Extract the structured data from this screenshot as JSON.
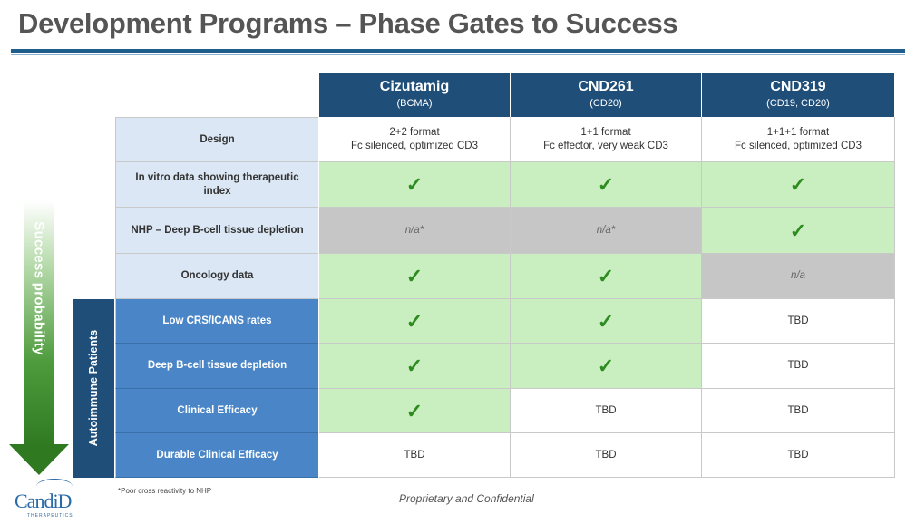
{
  "title": "Development Programs – Phase Gates to Success",
  "arrow_label": "Success probability",
  "band_label": "Autoimmune Patients",
  "columns": [
    {
      "name": "Cizutamig",
      "sub": "(BCMA)"
    },
    {
      "name": "CND261",
      "sub": "(CD20)"
    },
    {
      "name": "CND319",
      "sub": "(CD19, CD20)"
    }
  ],
  "rows": [
    {
      "label": "Design",
      "cells": [
        {
          "type": "text",
          "line1": "2+2 format",
          "line2": "Fc silenced, optimized CD3"
        },
        {
          "type": "text",
          "line1": "1+1 format",
          "line2": "Fc effector, very weak CD3"
        },
        {
          "type": "text",
          "line1": "1+1+1 format",
          "line2": "Fc silenced, optimized CD3"
        }
      ]
    },
    {
      "label": "In vitro data showing therapeutic index",
      "cells": [
        {
          "type": "check"
        },
        {
          "type": "check"
        },
        {
          "type": "check"
        }
      ]
    },
    {
      "label": "NHP – Deep B-cell tissue depletion",
      "cells": [
        {
          "type": "na",
          "text": "n/a*"
        },
        {
          "type": "na",
          "text": "n/a*"
        },
        {
          "type": "check"
        }
      ]
    },
    {
      "label": "Oncology data",
      "cells": [
        {
          "type": "check"
        },
        {
          "type": "check"
        },
        {
          "type": "na",
          "text": "n/a"
        }
      ]
    },
    {
      "label": "Low CRS/ICANS rates",
      "cells": [
        {
          "type": "check"
        },
        {
          "type": "check"
        },
        {
          "type": "tbd",
          "text": "TBD"
        }
      ]
    },
    {
      "label": "Deep B-cell tissue depletion",
      "cells": [
        {
          "type": "check"
        },
        {
          "type": "check"
        },
        {
          "type": "tbd",
          "text": "TBD"
        }
      ]
    },
    {
      "label": "Clinical Efficacy",
      "cells": [
        {
          "type": "check"
        },
        {
          "type": "tbd",
          "text": "TBD"
        },
        {
          "type": "tbd",
          "text": "TBD"
        }
      ]
    },
    {
      "label": "Durable Clinical Efficacy",
      "cells": [
        {
          "type": "tbd",
          "text": "TBD"
        },
        {
          "type": "tbd",
          "text": "TBD"
        },
        {
          "type": "tbd",
          "text": "TBD"
        }
      ]
    }
  ],
  "check_symbol": "✓",
  "footnote": "*Poor cross reactivity to NHP",
  "confidential": "Proprietary and Confidential",
  "logo": {
    "text": "CandiD",
    "sub": "THERAPEUTICS"
  },
  "colors": {
    "header": "#1f4e79",
    "green_cell": "#c9eec0",
    "gray_cell": "#c6c6c6",
    "label_light": "#dbe7f4",
    "label_blue": "#4a86c7",
    "check": "#2e8b1f"
  }
}
